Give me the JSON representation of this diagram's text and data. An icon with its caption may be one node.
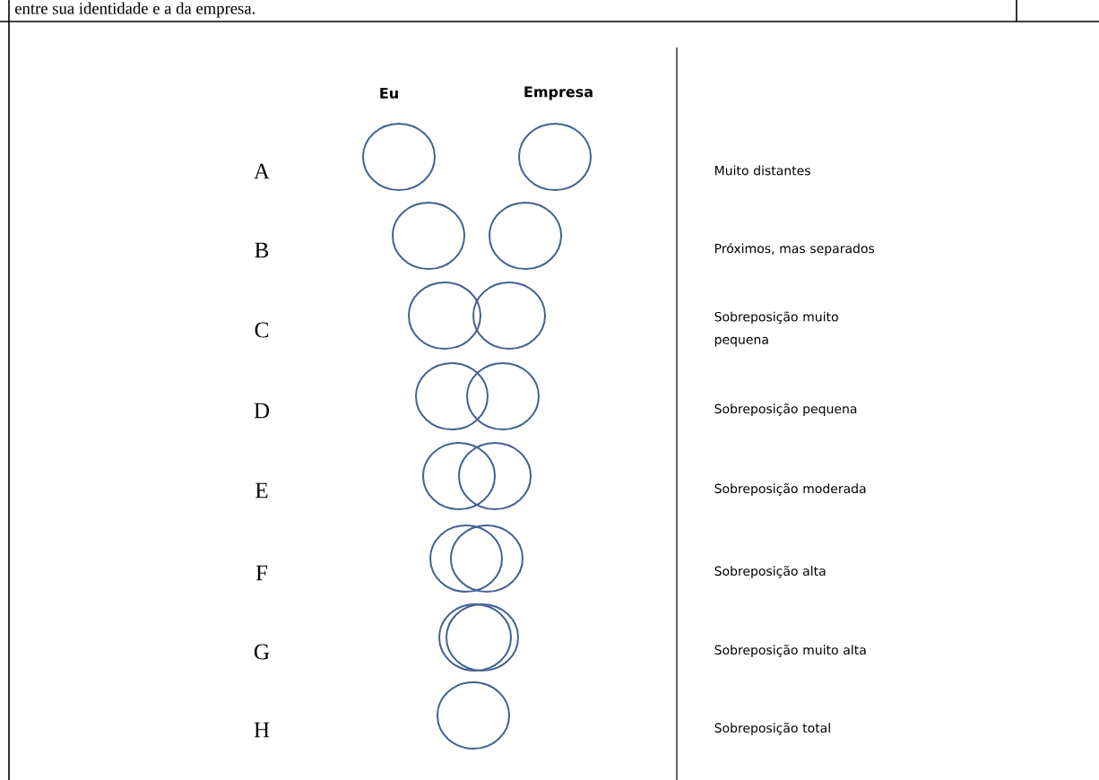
{
  "diagram": {
    "labels": [
      "entre sua identidade e a da empresa.",
      "Eu",
      "Empresa",
      "A",
      "Muito distantes",
      "B",
      "Próximos, mas separados",
      "C",
      "Sobreposição muito pequena",
      "D",
      "Sobreposição pequena",
      "E",
      "Sobreposição moderada",
      "F",
      "Sobreposição alta",
      "G",
      "Sobreposição muito alta",
      "H",
      "Sobreposição total"
    ]
  }
}
